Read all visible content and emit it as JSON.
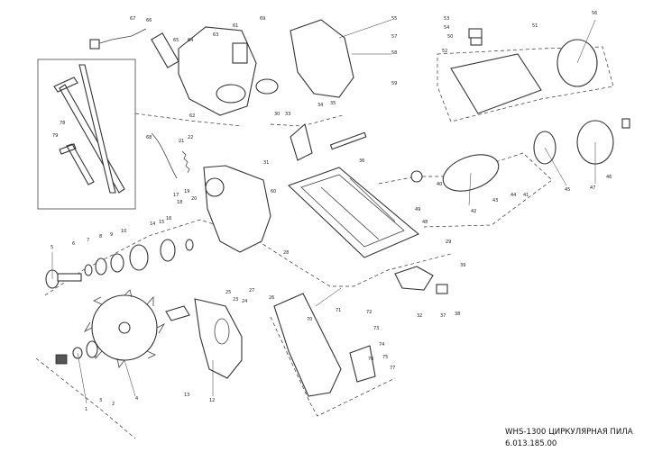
{
  "caption": {
    "title": "WHS-1300 ЦИРКУЛЯРНАЯ ПИЛА",
    "code": "6.013.185.00"
  },
  "callouts": {
    "c1": "1",
    "c2": "2",
    "c3": "3",
    "c4": "4",
    "c5": "5",
    "c6": "6",
    "c7": "7",
    "c8": "8",
    "c9": "9",
    "c10": "10",
    "c12": "12",
    "c13": "13",
    "c14": "14",
    "c15": "15",
    "c16": "16",
    "c17": "17",
    "c18": "18",
    "c19": "19",
    "c20": "20",
    "c21": "21",
    "c22": "22",
    "c23": "23",
    "c24": "24",
    "c25": "25",
    "c26": "26",
    "c27": "27",
    "c28": "28",
    "c29": "29",
    "c30": "30",
    "c31": "31",
    "c32": "32",
    "c33": "33",
    "c34": "34",
    "c35": "35",
    "c36": "36",
    "c37": "37",
    "c38": "38",
    "c39": "39",
    "c40": "40",
    "c41": "41",
    "c42": "42",
    "c43": "43",
    "c44": "44",
    "c45": "45",
    "c46": "46",
    "c47": "47",
    "c48": "48",
    "c49": "49",
    "c50": "50",
    "c51": "51",
    "c52": "52",
    "c53": "53",
    "c54": "54",
    "c55": "55",
    "c56": "56",
    "c57": "57",
    "c58": "58",
    "c59": "59",
    "c60": "60",
    "c61": "61",
    "c62": "62",
    "c63": "63",
    "c64": "64",
    "c65": "65",
    "c66": "66",
    "c67": "67",
    "c68": "68",
    "c69": "69",
    "c70": "70",
    "c71": "71",
    "c72": "72",
    "c73": "73",
    "c74": "74",
    "c75": "75",
    "c76": "76",
    "c77": "77",
    "c78": "78",
    "c79": "79"
  }
}
